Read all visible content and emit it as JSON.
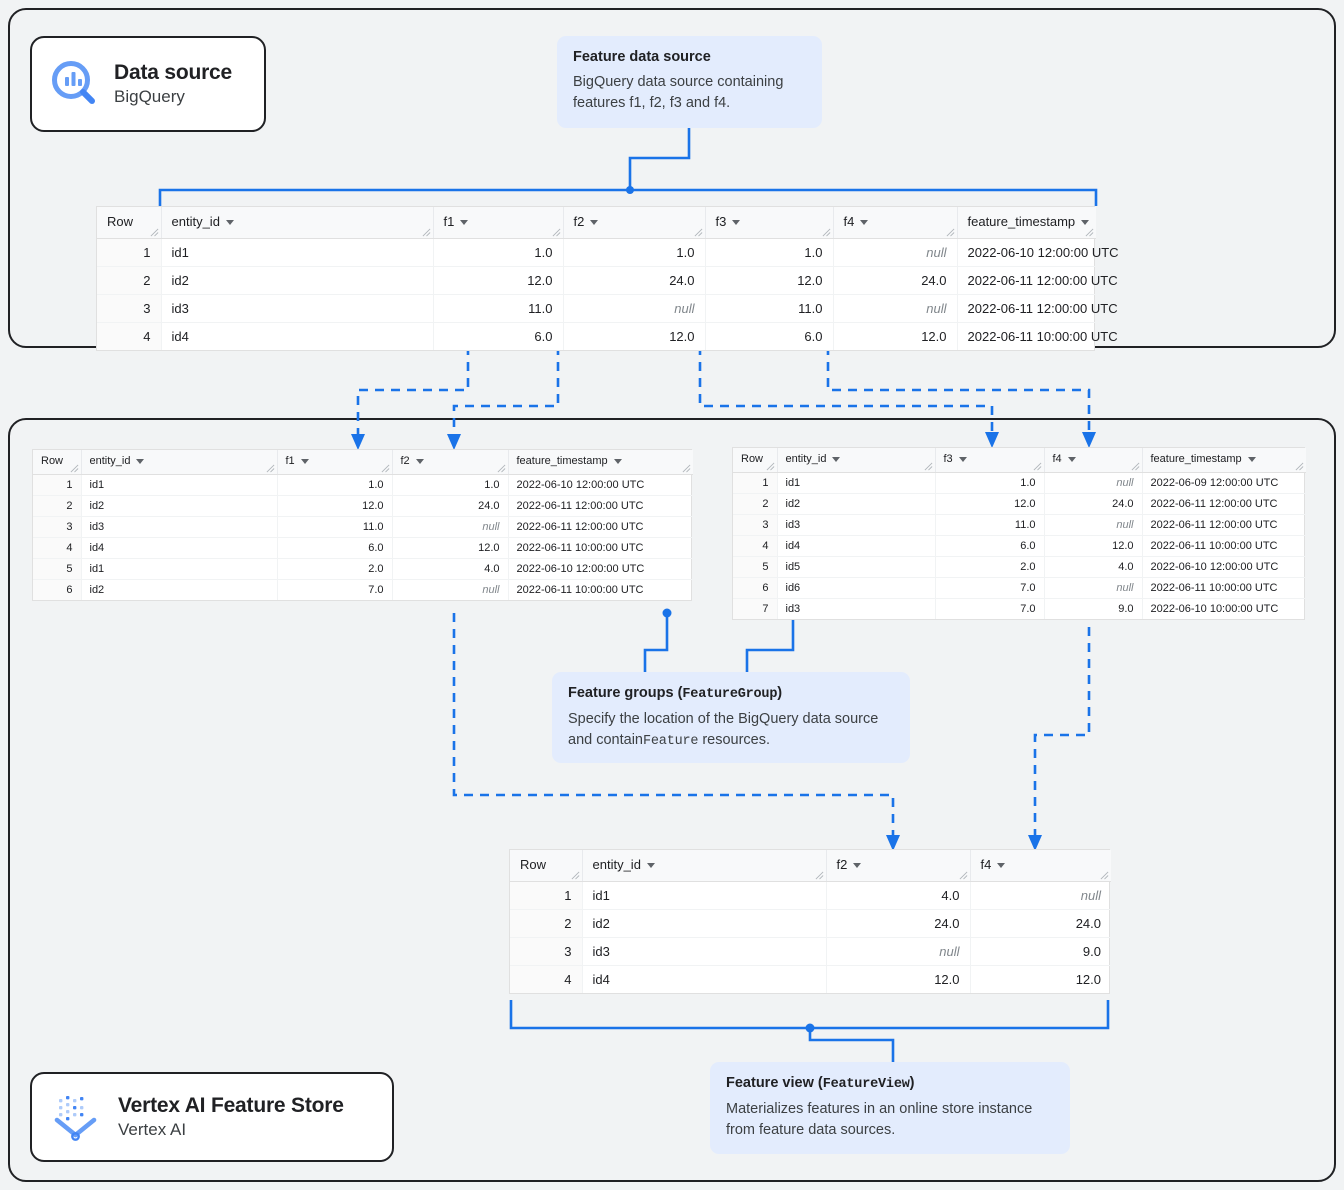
{
  "chips": {
    "data_source": {
      "title": "Data source",
      "subtitle": "BigQuery",
      "icon": "bigquery-magnifier-icon"
    },
    "vertex": {
      "title": "Vertex AI Feature Store",
      "subtitle": "Vertex AI",
      "icon": "vertex-ai-icon"
    }
  },
  "callouts": {
    "feature_data_source": {
      "title": "Feature data source",
      "body": "BigQuery data source containing features f1, f2, f3 and f4."
    },
    "feature_groups": {
      "title_plain": "Feature groups (",
      "title_mono": "FeatureGroup",
      "title_close": ")",
      "body_part1": "Specify the location of the BigQuery data source and contain",
      "body_mono": "Feature",
      "body_part2": " resources."
    },
    "feature_view": {
      "title_plain": "Feature view (",
      "title_mono": "FeatureView",
      "title_close": ")",
      "body": "Materializes features in an online store instance from feature data sources."
    }
  },
  "tables": {
    "source": {
      "name": "feature-data-source-table",
      "columns": [
        "Row",
        "entity_id",
        "f1",
        "f2",
        "f3",
        "f4",
        "feature_timestamp"
      ],
      "column_types": [
        "row",
        "txt",
        "num",
        "num",
        "num",
        "num",
        "ts"
      ],
      "rows": [
        [
          "1",
          "id1",
          "1.0",
          "1.0",
          "1.0",
          "null",
          "2022-06-10 12:00:00 UTC"
        ],
        [
          "2",
          "id2",
          "12.0",
          "24.0",
          "12.0",
          "24.0",
          "2022-06-11 12:00:00 UTC"
        ],
        [
          "3",
          "id3",
          "11.0",
          "null",
          "11.0",
          "null",
          "2022-06-11 12:00:00 UTC"
        ],
        [
          "4",
          "id4",
          "6.0",
          "12.0",
          "6.0",
          "12.0",
          "2022-06-11 10:00:00 UTC"
        ]
      ]
    },
    "feature_group_1": {
      "name": "feature-group-1-table",
      "columns": [
        "Row",
        "entity_id",
        "f1",
        "f2",
        "feature_timestamp"
      ],
      "column_types": [
        "row",
        "txt",
        "num",
        "num",
        "ts"
      ],
      "rows": [
        [
          "1",
          "id1",
          "1.0",
          "1.0",
          "2022-06-10 12:00:00 UTC"
        ],
        [
          "2",
          "id2",
          "12.0",
          "24.0",
          "2022-06-11 12:00:00 UTC"
        ],
        [
          "3",
          "id3",
          "11.0",
          "null",
          "2022-06-11 12:00:00 UTC"
        ],
        [
          "4",
          "id4",
          "6.0",
          "12.0",
          "2022-06-11 10:00:00 UTC"
        ],
        [
          "5",
          "id1",
          "2.0",
          "4.0",
          "2022-06-10 12:00:00 UTC"
        ],
        [
          "6",
          "id2",
          "7.0",
          "null",
          "2022-06-11 10:00:00 UTC"
        ]
      ]
    },
    "feature_group_2": {
      "name": "feature-group-2-table",
      "columns": [
        "Row",
        "entity_id",
        "f3",
        "f4",
        "feature_timestamp"
      ],
      "column_types": [
        "row",
        "txt",
        "num",
        "num",
        "ts"
      ],
      "rows": [
        [
          "1",
          "id1",
          "1.0",
          "null",
          "2022-06-09 12:00:00 UTC"
        ],
        [
          "2",
          "id2",
          "12.0",
          "24.0",
          "2022-06-11 12:00:00 UTC"
        ],
        [
          "3",
          "id3",
          "11.0",
          "null",
          "2022-06-11 12:00:00 UTC"
        ],
        [
          "4",
          "id4",
          "6.0",
          "12.0",
          "2022-06-11 10:00:00 UTC"
        ],
        [
          "5",
          "id5",
          "2.0",
          "4.0",
          "2022-06-10 12:00:00 UTC"
        ],
        [
          "6",
          "id6",
          "7.0",
          "null",
          "2022-06-11 10:00:00 UTC"
        ],
        [
          "7",
          "id3",
          "7.0",
          "9.0",
          "2022-06-10 10:00:00 UTC"
        ]
      ]
    },
    "feature_view": {
      "name": "feature-view-table",
      "columns": [
        "Row",
        "entity_id",
        "f2",
        "f4"
      ],
      "column_types": [
        "row",
        "txt",
        "num",
        "num"
      ],
      "rows": [
        [
          "1",
          "id1",
          "4.0",
          "null"
        ],
        [
          "2",
          "id2",
          "24.0",
          "24.0"
        ],
        [
          "3",
          "id3",
          "null",
          "9.0"
        ],
        [
          "4",
          "id4",
          "12.0",
          "12.0"
        ]
      ]
    }
  },
  "colors": {
    "accent": "#1a73e8",
    "callout_bg": "#e3ecfd",
    "panel_bg": "#f1f3f4",
    "outline": "#202124",
    "null_text": "#80868b"
  }
}
